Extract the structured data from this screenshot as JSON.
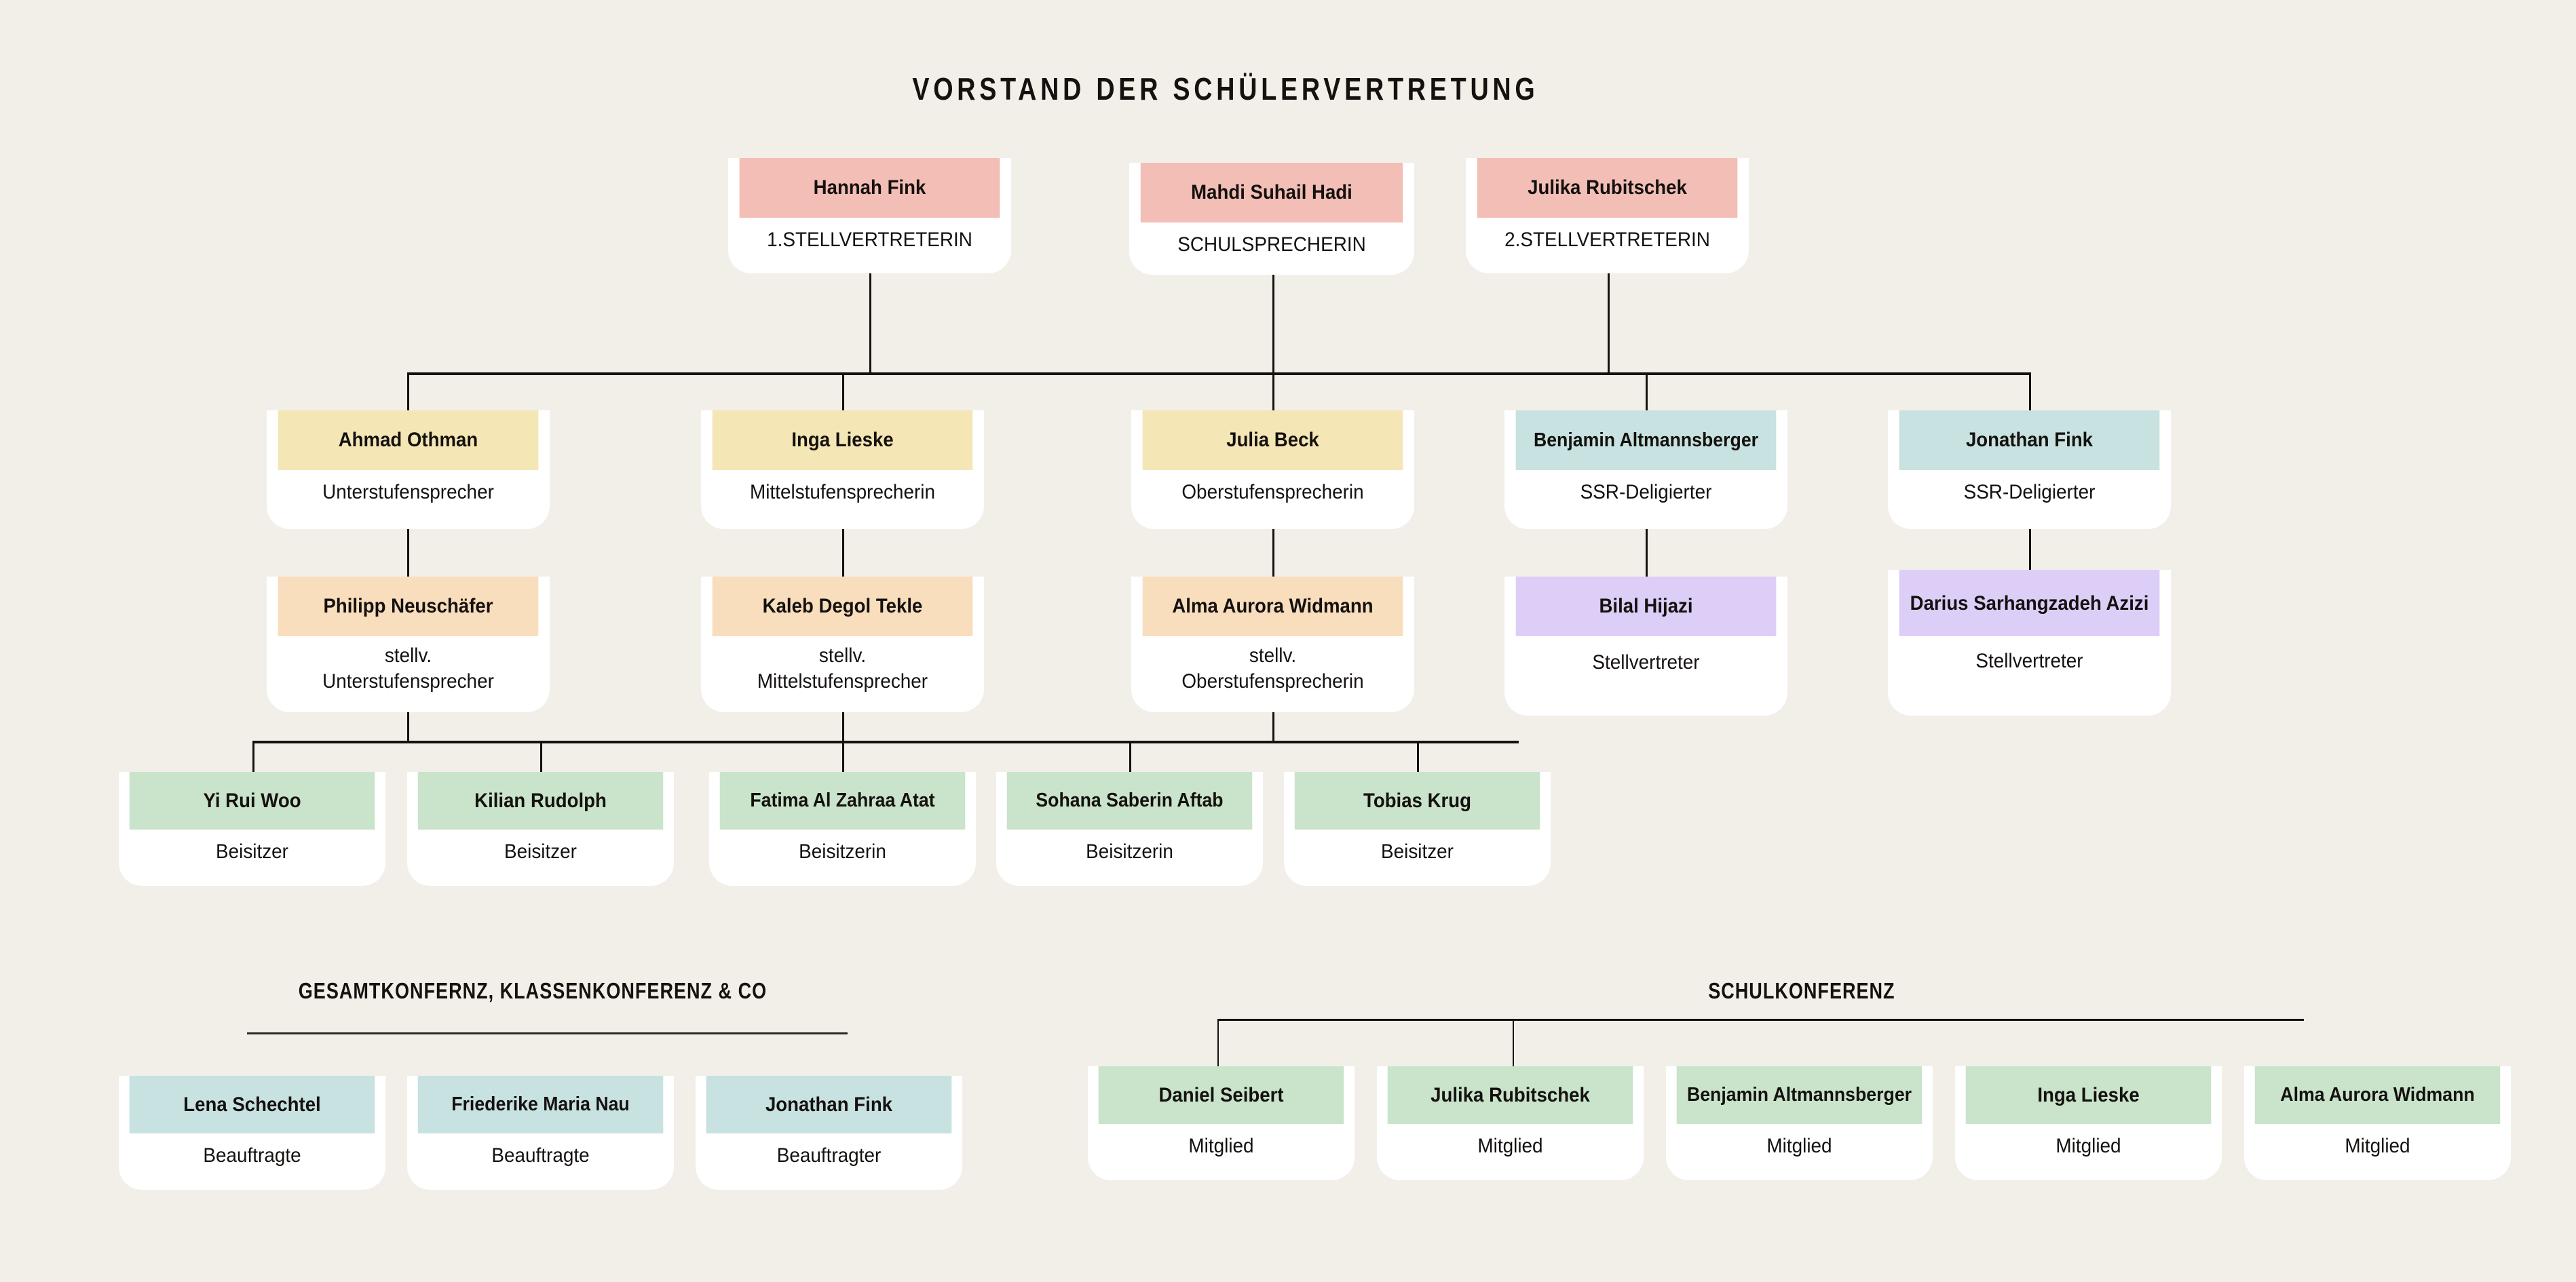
{
  "page": {
    "background": "#F2EFE9",
    "ink": "#14110f"
  },
  "palette": {
    "pink": "#F2BEB5",
    "yellow": "#F5E6B6",
    "teal": "#C7E2E0",
    "orange": "#F9DEBD",
    "purple": "#DDCEF8",
    "green": "#C9E4CB",
    "white": "#FFFFFF",
    "line": "#14110f"
  },
  "titles": {
    "main": "VORSTAND DER SCHÜLERVERTRETUNG",
    "left_section": "GESAMTKONFERNZ, KLASSENKONFERENZ & CO",
    "right_section": "SCHULKONFERENZ"
  },
  "board": {
    "row_leadership": [
      {
        "name": "Hannah Fink",
        "role": "1.STELLVERTRETERIN",
        "color": "pink"
      },
      {
        "name": "Mahdi Suhail Hadi",
        "role": "SCHULSPRECHERIN",
        "color": "pink"
      },
      {
        "name": "Julika Rubitschek",
        "role": "2.STELLVERTRETERIN",
        "color": "pink"
      }
    ],
    "row_speakers": [
      {
        "name": "Ahmad Othman",
        "role": "Unterstufensprecher",
        "color": "yellow"
      },
      {
        "name": "Inga Lieske",
        "role": "Mittelstufensprecherin",
        "color": "yellow"
      },
      {
        "name": "Julia Beck",
        "role": "Oberstufensprecherin",
        "color": "yellow"
      },
      {
        "name": "Benjamin Altmannsberger",
        "role": "SSR-Deligierter",
        "color": "teal"
      },
      {
        "name": "Jonathan Fink",
        "role": "SSR-Deligierter",
        "color": "teal"
      }
    ],
    "row_deputies": [
      {
        "name": "Philipp Neuschäfer",
        "role": "stellv. Unterstufensprecher",
        "color": "orange"
      },
      {
        "name": "Kaleb Degol Tekle",
        "role": "stellv. Mittelstufensprecher",
        "color": "orange"
      },
      {
        "name": "Alma Aurora Widmann",
        "role": "stellv. Oberstufensprecherin",
        "color": "orange"
      },
      {
        "name": "Bilal Hijazi",
        "role": "Stellvertreter",
        "color": "purple"
      },
      {
        "name": "Darius Sarhangzadeh Azizi",
        "role": "Stellvertreter",
        "color": "purple"
      }
    ],
    "row_assessors": [
      {
        "name": "Yi Rui Woo",
        "role": "Beisitzer",
        "color": "green"
      },
      {
        "name": "Kilian Rudolph",
        "role": "Beisitzer",
        "color": "green"
      },
      {
        "name": "Fatima Al Zahraa Atat",
        "role": "Beisitzerin",
        "color": "green"
      },
      {
        "name": "Sohana Saberin Aftab",
        "role": "Beisitzerin",
        "color": "green"
      },
      {
        "name": "Tobias Krug",
        "role": "Beisitzer",
        "color": "green"
      }
    ]
  },
  "left_section": {
    "members": [
      {
        "name": "Lena Schechtel",
        "role": "Beauftragte",
        "color": "teal"
      },
      {
        "name": "Friederike Maria Nau",
        "role": "Beauftragte",
        "color": "teal"
      },
      {
        "name": "Jonathan Fink",
        "role": "Beauftragter",
        "color": "teal"
      }
    ]
  },
  "right_section": {
    "members": [
      {
        "name": "Daniel Seibert",
        "role": "Mitglied",
        "color": "green"
      },
      {
        "name": "Julika Rubitschek",
        "role": "Mitglied",
        "color": "green"
      },
      {
        "name": "Benjamin Altmannsberger",
        "role": "Mitglied",
        "color": "green"
      },
      {
        "name": "Inga Lieske",
        "role": "Mitglied",
        "color": "green"
      },
      {
        "name": "Alma Aurora Widmann",
        "role": "Mitglied",
        "color": "green"
      }
    ]
  }
}
